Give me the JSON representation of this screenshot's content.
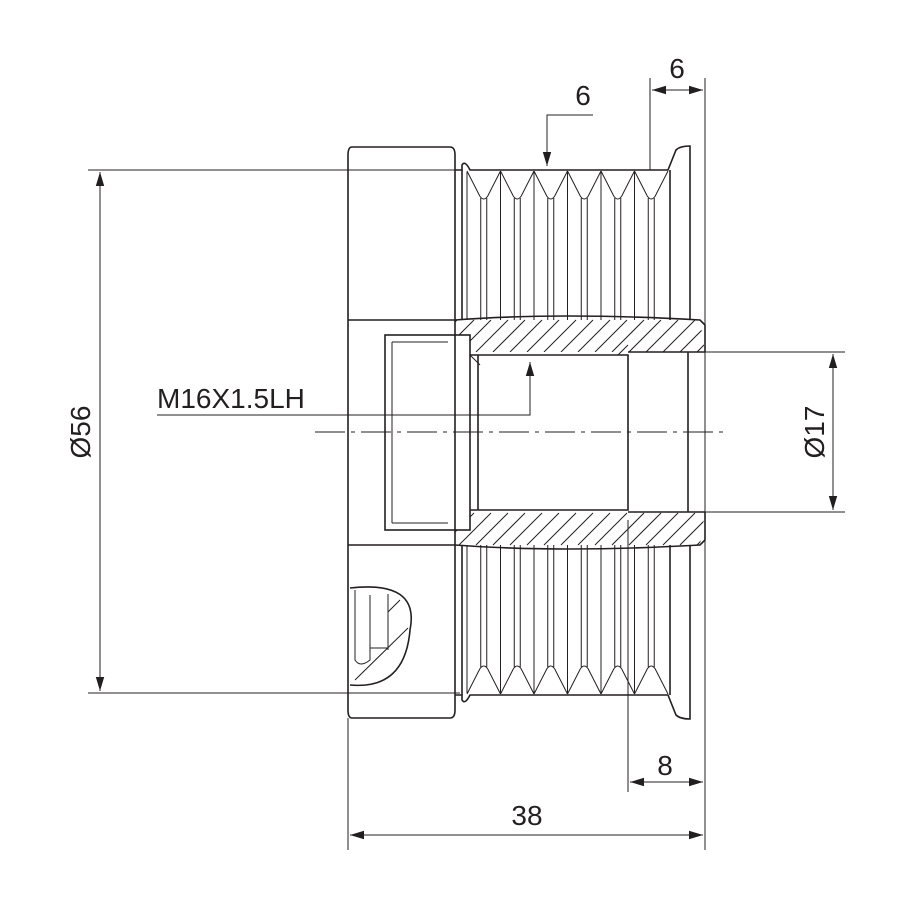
{
  "dimensions": {
    "outer_diameter": "Ø56",
    "bore_diameter": "Ø17",
    "total_length": "38",
    "rear_length": "8",
    "flange_width": "6",
    "groove_count": "6",
    "thread": "M16X1.5LH"
  },
  "colors": {
    "line": "#231f20",
    "background": "#ffffff"
  }
}
